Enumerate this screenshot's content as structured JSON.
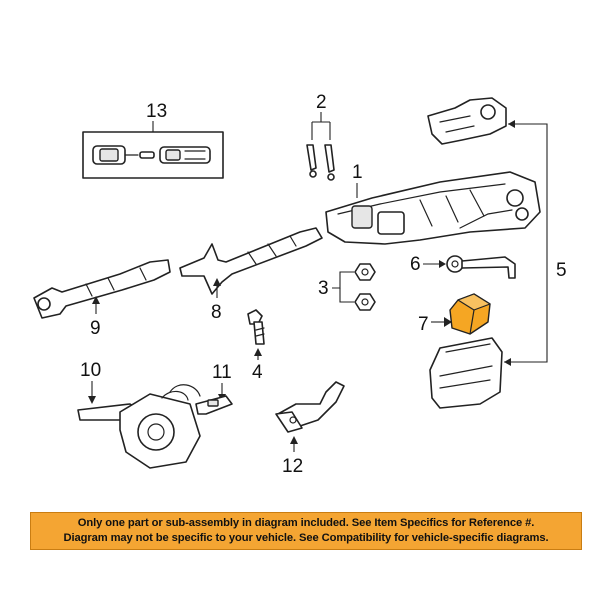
{
  "callouts": {
    "c1": "1",
    "c2": "2",
    "c3": "3",
    "c4": "4",
    "c5": "5",
    "c6": "6",
    "c7": "7",
    "c8": "8",
    "c9": "9",
    "c10": "10",
    "c11": "11",
    "c12": "12",
    "c13": "13"
  },
  "highlighted_part": "7",
  "colors": {
    "notice_background": "#f4a533",
    "highlight_fill": "#f5a623"
  },
  "notice": {
    "line1": "Only one part or sub-assembly in diagram included. See Item Specifics for Reference #.",
    "line2": "Diagram may not be specific to your vehicle. See Compatibility for vehicle-specific diagrams."
  }
}
